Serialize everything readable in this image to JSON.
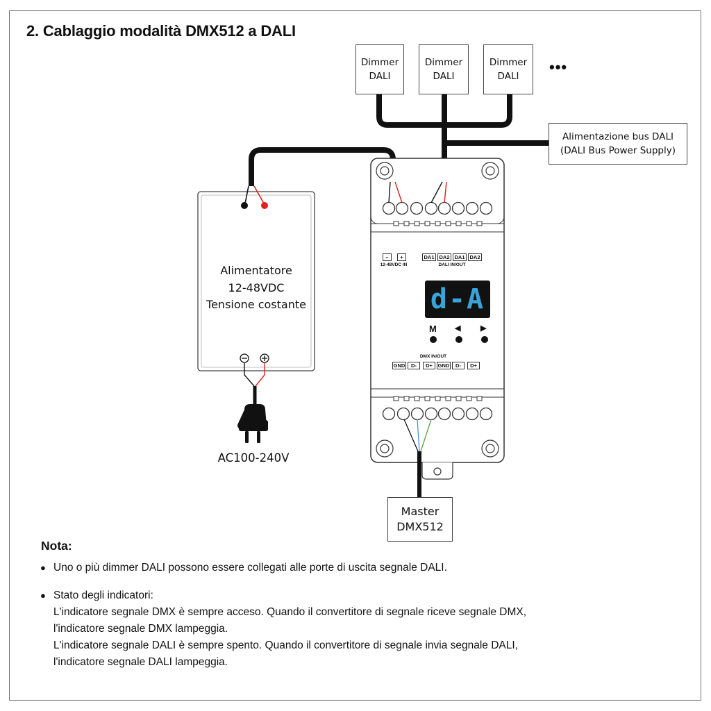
{
  "title": "2. Cablaggio modalità DMX512 a DALI",
  "dimmers": [
    {
      "label": "Dimmer\nDALI"
    },
    {
      "label": "Dimmer\nDALI"
    },
    {
      "label": "Dimmer\nDALI"
    }
  ],
  "more": "•••",
  "bus_power": "Alimentazione bus DALI\n(DALI Bus Power Supply)",
  "psu": {
    "label": "Alimentatore\n12-48VDC\nTensione costante",
    "minus_symbol": "⊖",
    "plus_symbol": "⊕"
  },
  "ac_label": "AC100-240V",
  "device": {
    "display": "d-A",
    "power_terminals": [
      "−",
      "+"
    ],
    "power_caption": "12-48VDC IN",
    "dali_terminals": [
      "DA1",
      "DA2",
      "DA1",
      "DA2"
    ],
    "dali_caption": "DALI IN/OUT",
    "buttons": [
      "M",
      "◀",
      "▶"
    ],
    "dmx_caption": "DMX IN/OUT",
    "dmx_terminals": [
      "GND",
      "D-",
      "D+",
      "GND",
      "D-",
      "D+"
    ]
  },
  "master": "Master\nDMX512",
  "notes": {
    "heading": "Nota:",
    "items": [
      "Uno o più dimmer DALI possono essere collegati alle porte di uscita segnale DALI.",
      "Stato degli indicatori:\nL'indicatore segnale DMX è sempre acceso. Quando il convertitore di segnale riceve segnale DMX,\nl'indicatore segnale DMX lampeggia.\nL'indicatore segnale DALI è sempre spento. Quando il convertitore di segnale invia segnale DALI,\nl'indicatore segnale DALI lampeggia."
    ]
  },
  "colors": {
    "wire": "#111111",
    "red_wire": "#e0201c",
    "blue_wire": "#4a90d9",
    "green_wire": "#5aa03a",
    "display_text": "#3aa3d8"
  }
}
